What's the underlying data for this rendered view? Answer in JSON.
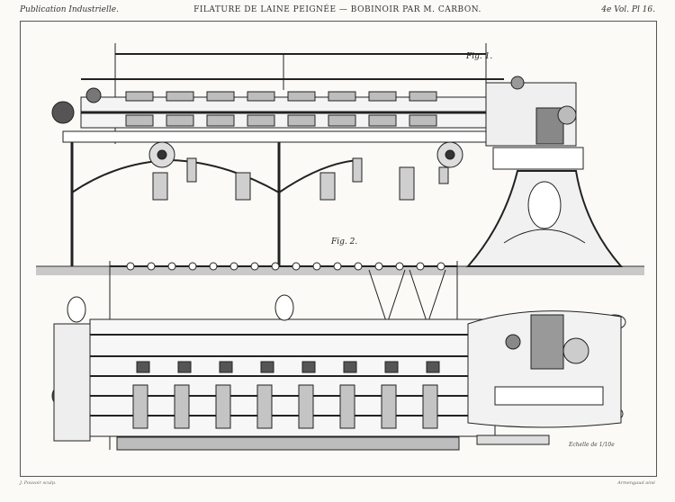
{
  "header": {
    "left": "Publication Industrielle.",
    "center": "FILATURE DE LAINE PEIGNÉE — BOBINOIR PAR M. CARBON.",
    "right": "4e Vol. Pl 16."
  },
  "figures": {
    "fig1": "Fig. 1.",
    "fig2": "Fig. 2."
  },
  "scale_label": "Echelle de 1/10e",
  "credits": {
    "left": "J. Pouvoir sculp.",
    "right": "Armengaud ainé"
  }
}
